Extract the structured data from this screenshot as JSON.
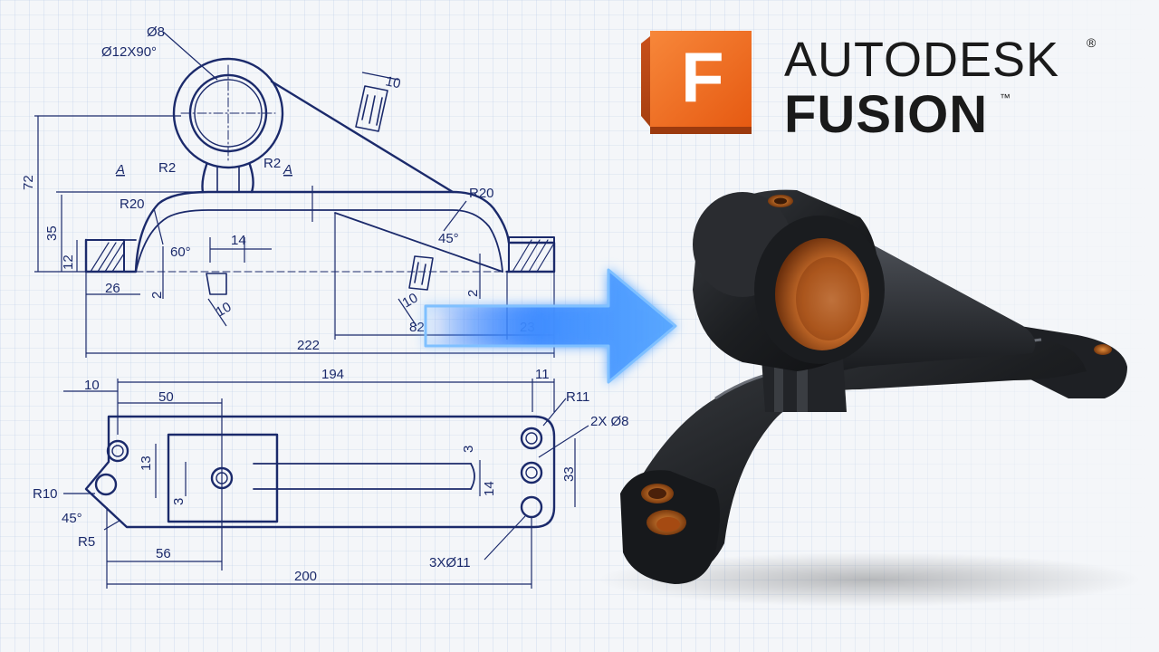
{
  "brand": {
    "logo_letter": "F",
    "name_line1": "AUTODESK",
    "name_line2": "FUSION",
    "registered_mark": "®",
    "trademark_mark": "™",
    "accent_color": "#f26a1b"
  },
  "drawing": {
    "line_color": "#1b2a6b",
    "front_view": {
      "dims": {
        "hole_dia": "Ø8",
        "csk": "Ø12X90°",
        "slot_w_top": "10",
        "height_overall": "72",
        "height_mid": "35",
        "height_base": "12",
        "section_left": "A",
        "section_right": "A",
        "fillet_r2_left": "R2",
        "fillet_r2_right": "R2",
        "fillet_r20_left": "R20",
        "fillet_r20_right": "R20",
        "rib_w": "14",
        "angle_60": "60°",
        "angle_45": "45°",
        "step_left": "2",
        "step_right": "2",
        "pad_left": "26",
        "slot_w_bl": "10",
        "slot_w_br": "10",
        "span_82": "82",
        "span_23": "23",
        "span_222": "222"
      }
    },
    "top_view": {
      "dims": {
        "len_10": "10",
        "len_194": "194",
        "len_11": "11",
        "len_50": "50",
        "r11": "R11",
        "holes_2x": "2X Ø8",
        "h_13": "13",
        "w_3_right": "3",
        "w_3_left": "3",
        "h_33": "33",
        "h_14": "14",
        "r10": "R10",
        "angle_45": "45°",
        "r5": "R5",
        "len_56": "56",
        "len_200": "200",
        "holes_3x": "3XØ11"
      }
    }
  },
  "arrow": {
    "color": "#2f7bff"
  },
  "render": {
    "body_color": "#1d1f22",
    "bushing_color": "#d2732d"
  }
}
